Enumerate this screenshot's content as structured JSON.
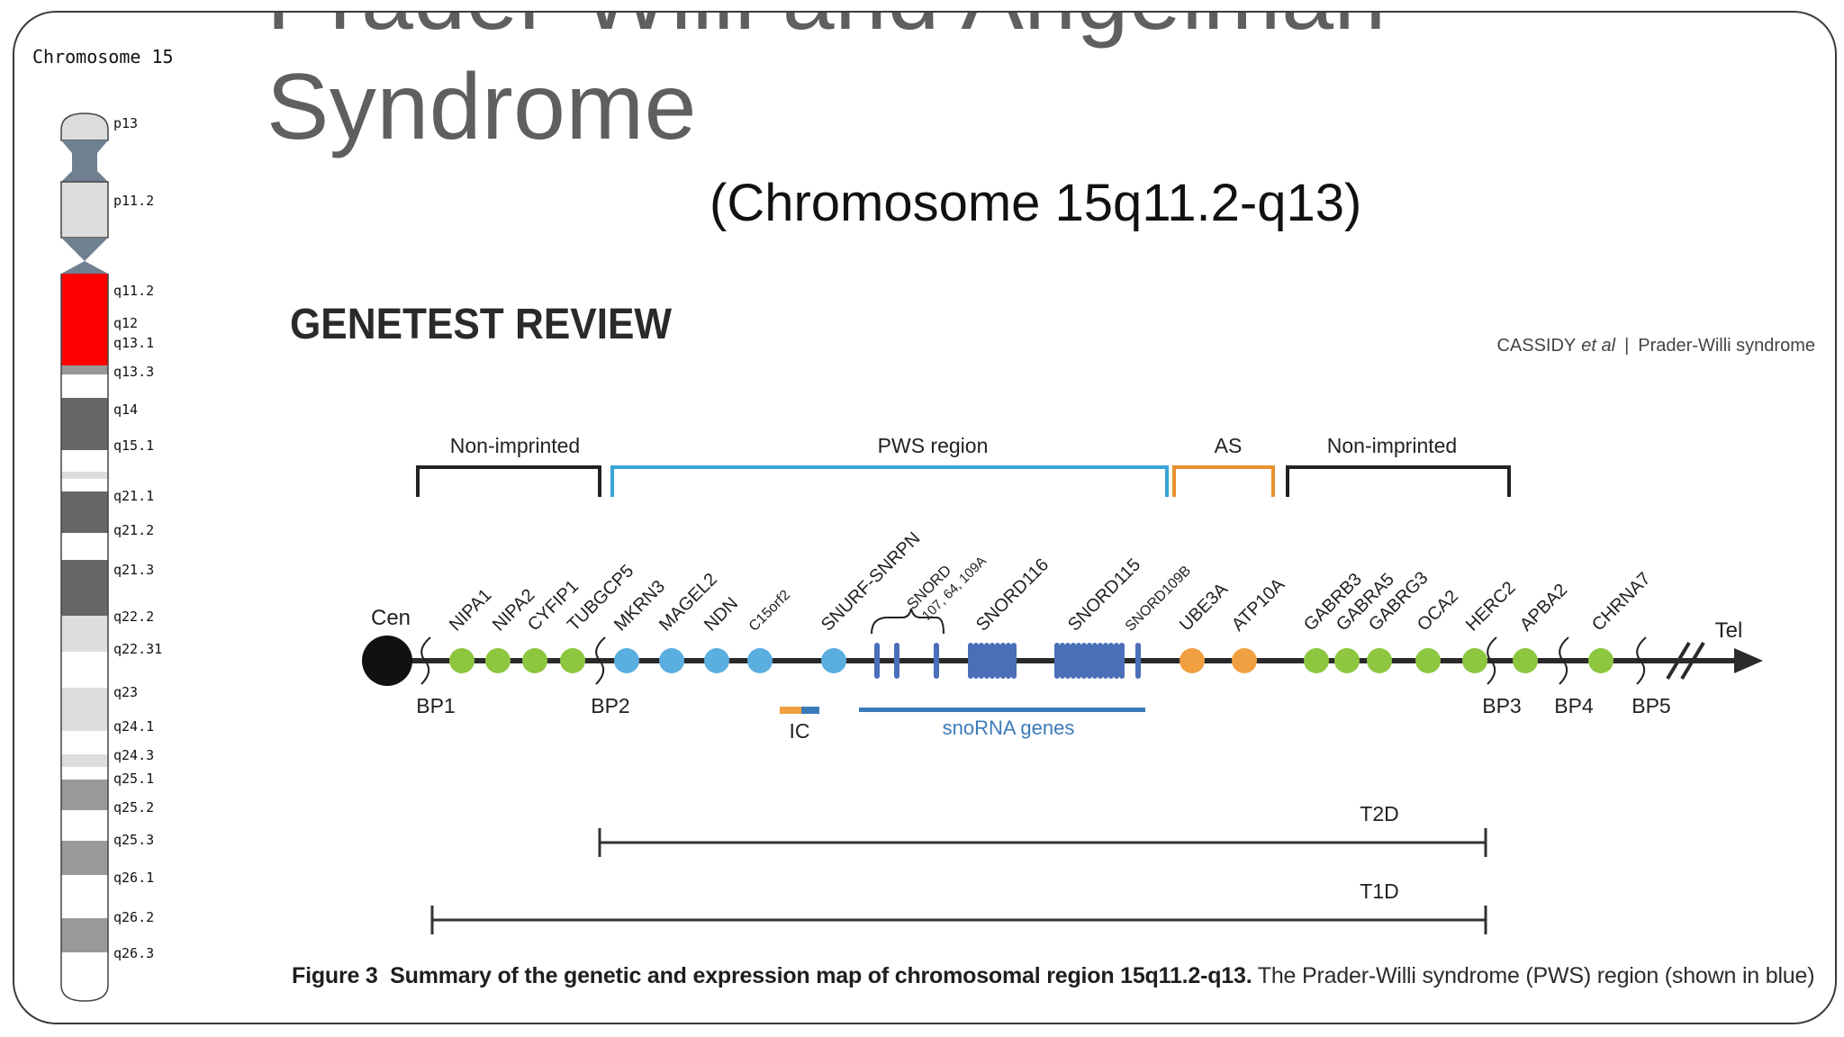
{
  "slide": {
    "title": "Prader-Willi and Angelman\nSyndrome",
    "subtitle": "(Chromosome 15q11.2-q13)"
  },
  "ideogram": {
    "title": "Chromosome 15",
    "highlight_color": "#ff0000",
    "bands": [
      "p13",
      "p11.2",
      "q11.2",
      "q12",
      "q13.1",
      "q13.3",
      "q14",
      "q15.1",
      "q21.1",
      "q21.2",
      "q21.3",
      "q22.2",
      "q22.31",
      "q23",
      "q24.1",
      "q24.3",
      "q25.1",
      "q25.2",
      "q25.3",
      "q26.1",
      "q26.2",
      "q26.3"
    ]
  },
  "figure": {
    "journal_heading": "GENETEST REVIEW",
    "citation_author": "CASSIDY",
    "citation_etal": "et al",
    "citation_sep": "|",
    "citation_title": "Prader-Willi syndrome",
    "regions": [
      {
        "label": "Non-imprinted",
        "color": "#222222"
      },
      {
        "label": "PWS region",
        "color": "#3aa3d8"
      },
      {
        "label": "AS",
        "color": "#e8922e"
      },
      {
        "label": "Non-imprinted",
        "color": "#222222"
      }
    ],
    "centromere_label": "Cen",
    "telomere_label": "Tel",
    "genes": [
      {
        "name": "NIPA1",
        "type": "green"
      },
      {
        "name": "NIPA2",
        "type": "green"
      },
      {
        "name": "CYFIP1",
        "type": "green"
      },
      {
        "name": "TUBGCP5",
        "type": "green"
      },
      {
        "name": "MKRN3",
        "type": "blue"
      },
      {
        "name": "MAGEL2",
        "type": "blue"
      },
      {
        "name": "NDN",
        "type": "blue"
      },
      {
        "name": "C15orf2",
        "type": "blue"
      },
      {
        "name": "SNURF-SNRPN",
        "type": "blue"
      },
      {
        "name": "SNORD\n107, 64, 109A",
        "type": "snord"
      },
      {
        "name": "SNORD116",
        "type": "snord"
      },
      {
        "name": "SNORD115",
        "type": "snord"
      },
      {
        "name": "SNORD109B",
        "type": "snord"
      },
      {
        "name": "UBE3A",
        "type": "orange"
      },
      {
        "name": "ATP10A",
        "type": "orange"
      },
      {
        "name": "GABRB3",
        "type": "green"
      },
      {
        "name": "GABRA5",
        "type": "green"
      },
      {
        "name": "GABRG3",
        "type": "green"
      },
      {
        "name": "OCA2",
        "type": "green"
      },
      {
        "name": "HERC2",
        "type": "green"
      },
      {
        "name": "APBA2",
        "type": "green"
      },
      {
        "name": "CHRNA7",
        "type": "green"
      }
    ],
    "breakpoints": [
      "BP1",
      "BP2",
      "BP3",
      "BP4",
      "BP5"
    ],
    "ic_label": "IC",
    "snorna_label": "snoRNA genes",
    "deletions": [
      {
        "label": "T2D"
      },
      {
        "label": "T1D"
      }
    ],
    "colors": {
      "green": "#8dc63f",
      "blue": "#5aaee0",
      "snord": "#4a6fb8",
      "orange": "#f0a040",
      "axis": "#2a2a2a",
      "snorna_bar": "#3a7bb8"
    }
  },
  "caption": {
    "label": "Figure 3",
    "bold_text": "Summary of the genetic and expression map of chromosomal region 15q11.2-q13.",
    "text": "The Prader-Willi syndrome (PWS) region (shown in blue)"
  }
}
